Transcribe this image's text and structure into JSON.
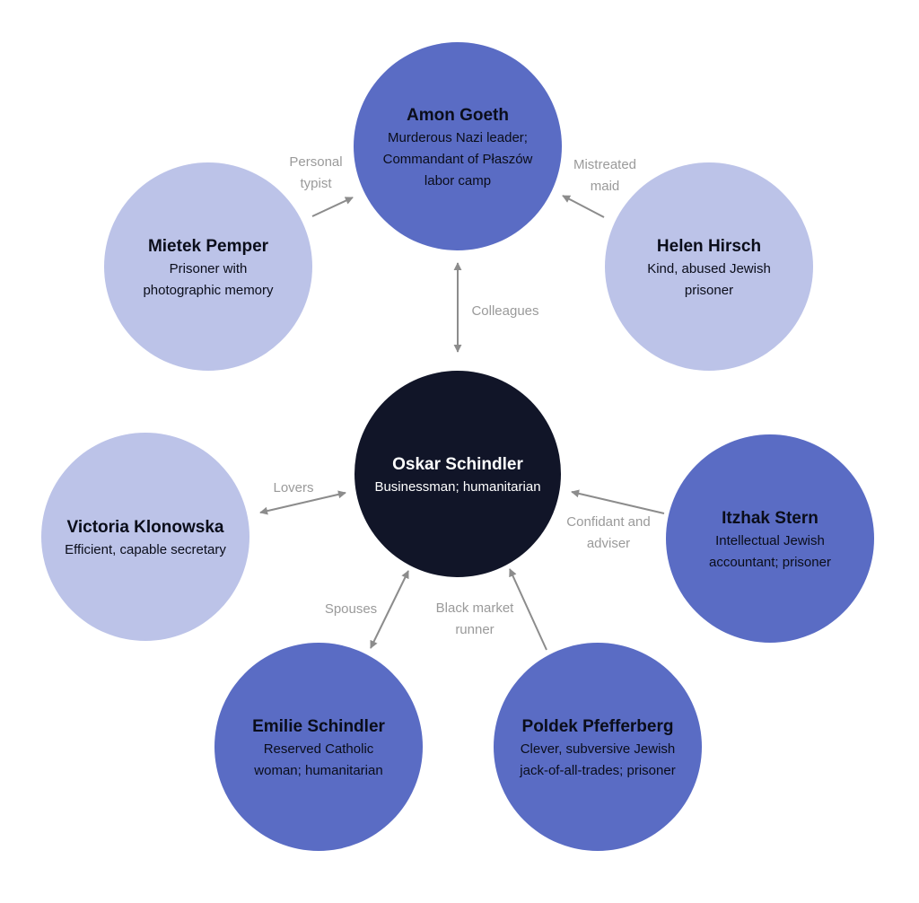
{
  "colors": {
    "dark": "#111528",
    "blue": "#5a6cc4",
    "light": "#bcc3e8",
    "arrow": "#8c8c8c",
    "dark_text": "#ffffff",
    "label_text": "#9a9a9a",
    "node_text": "#0a0d1a"
  },
  "nodes": [
    {
      "id": "oskar",
      "name": "Oskar Schindler",
      "desc": [
        "Businessman; humanitarian"
      ],
      "style": "dark"
    },
    {
      "id": "amon",
      "name": "Amon Goeth",
      "desc": [
        "Murderous Nazi leader;",
        "Commandant of Płaszów",
        "labor camp"
      ],
      "style": "blue"
    },
    {
      "id": "mietek",
      "name": "Mietek Pemper",
      "desc": [
        "Prisoner with",
        "photographic memory"
      ],
      "style": "light"
    },
    {
      "id": "helen",
      "name": "Helen Hirsch",
      "desc": [
        "Kind, abused Jewish",
        "prisoner"
      ],
      "style": "light"
    },
    {
      "id": "victoria",
      "name": "Victoria Klonowska",
      "desc": [
        "Efficient, capable secretary"
      ],
      "style": "light"
    },
    {
      "id": "itzhak",
      "name": "Itzhak Stern",
      "desc": [
        "Intellectual Jewish",
        "accountant; prisoner"
      ],
      "style": "blue"
    },
    {
      "id": "emilie",
      "name": "Emilie Schindler",
      "desc": [
        "Reserved Catholic",
        "woman; humanitarian"
      ],
      "style": "blue"
    },
    {
      "id": "poldek",
      "name": "Poldek Pfefferberg",
      "desc": [
        "Clever, subversive Jewish",
        "jack-of-all-trades; prisoner"
      ],
      "style": "blue"
    }
  ],
  "relations": [
    {
      "from": "mietek",
      "to": "amon",
      "label": [
        "Personal",
        "typist"
      ],
      "bidirectional": false
    },
    {
      "from": "helen",
      "to": "amon",
      "label": [
        "Mistreated",
        "maid"
      ],
      "bidirectional": false
    },
    {
      "from": "amon",
      "to": "oskar",
      "label": [
        "Colleagues"
      ],
      "bidirectional": true
    },
    {
      "from": "victoria",
      "to": "oskar",
      "label": [
        "Lovers"
      ],
      "bidirectional": true
    },
    {
      "from": "itzhak",
      "to": "oskar",
      "label": [
        "Confidant and",
        "adviser"
      ],
      "bidirectional": false
    },
    {
      "from": "emilie",
      "to": "oskar",
      "label": [
        "Spouses"
      ],
      "bidirectional": true
    },
    {
      "from": "poldek",
      "to": "oskar",
      "label": [
        "Black market",
        "runner"
      ],
      "bidirectional": false
    }
  ]
}
